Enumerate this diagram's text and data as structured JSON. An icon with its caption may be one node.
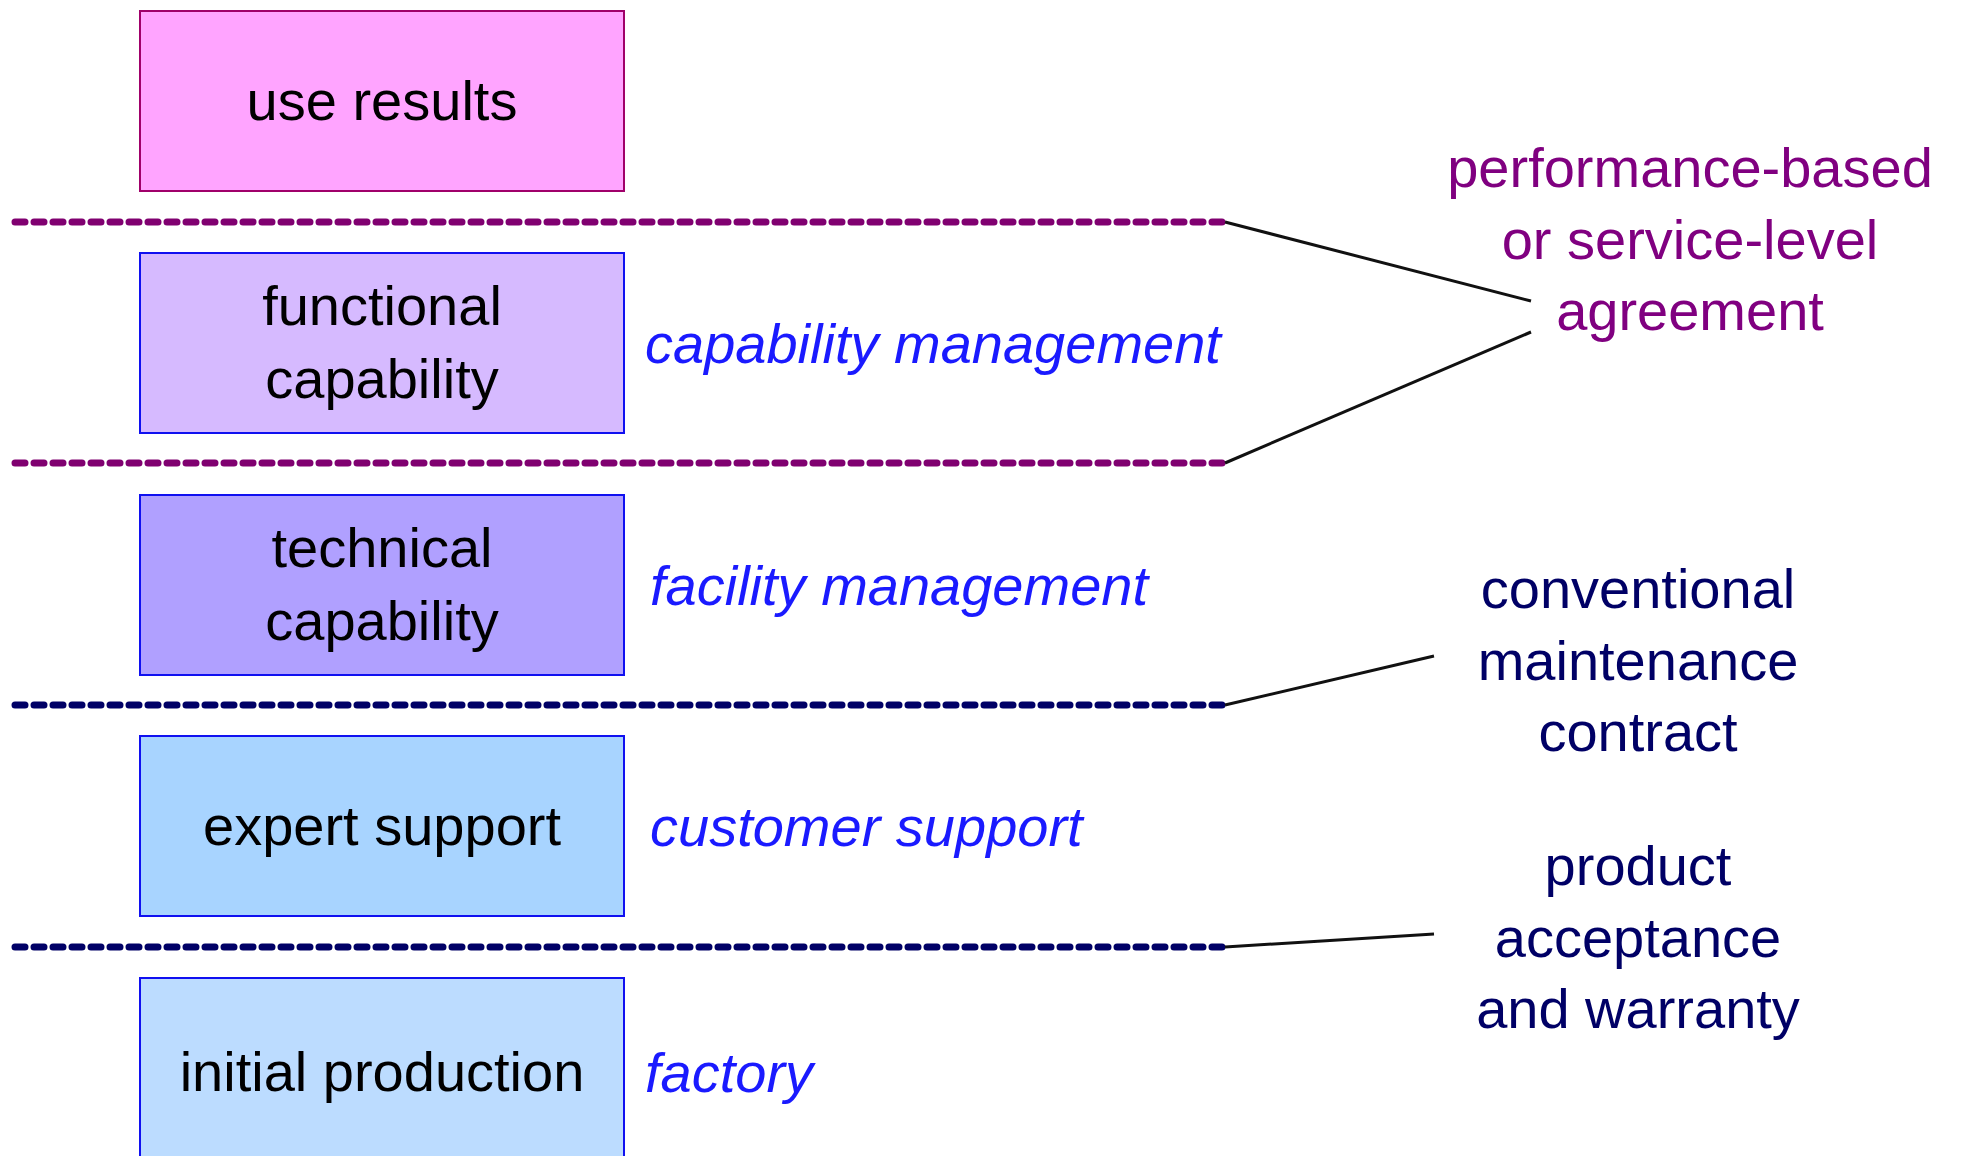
{
  "diagram": {
    "nodes": [
      {
        "text": [
          "use results"
        ]
      },
      {
        "text": [
          "functional capability"
        ],
        "beside": [
          "capability management"
        ]
      },
      {
        "text": [
          "technical capability"
        ],
        "beside": [
          "facility management"
        ]
      },
      {
        "text": [
          "expert support"
        ],
        "beside": [
          "customer support"
        ]
      },
      {
        "text": [
          "initial production"
        ],
        "beside": [
          "factory"
        ]
      },
      {
        "text": [],
        "shape": "line"
      },
      {
        "text": [],
        "shape": "line"
      },
      {
        "text": [],
        "shape": "line"
      },
      {
        "text": [],
        "shape": "line"
      },
      {
        "text": [
          "performance-based or service-level agreement"
        ]
      },
      {
        "text": [
          "conventional maintenance contract"
        ]
      },
      {
        "text": [
          "product acceptance and warranty"
        ]
      }
    ],
    "edges": [
      {
        "from": 9,
        "to": 5,
        "arrow": "none"
      },
      {
        "from": 9,
        "to": 6,
        "arrow": "none"
      },
      {
        "from": 10,
        "to": 7,
        "arrow": "none"
      },
      {
        "from": 11,
        "to": 8,
        "arrow": "none"
      }
    ]
  }
}
